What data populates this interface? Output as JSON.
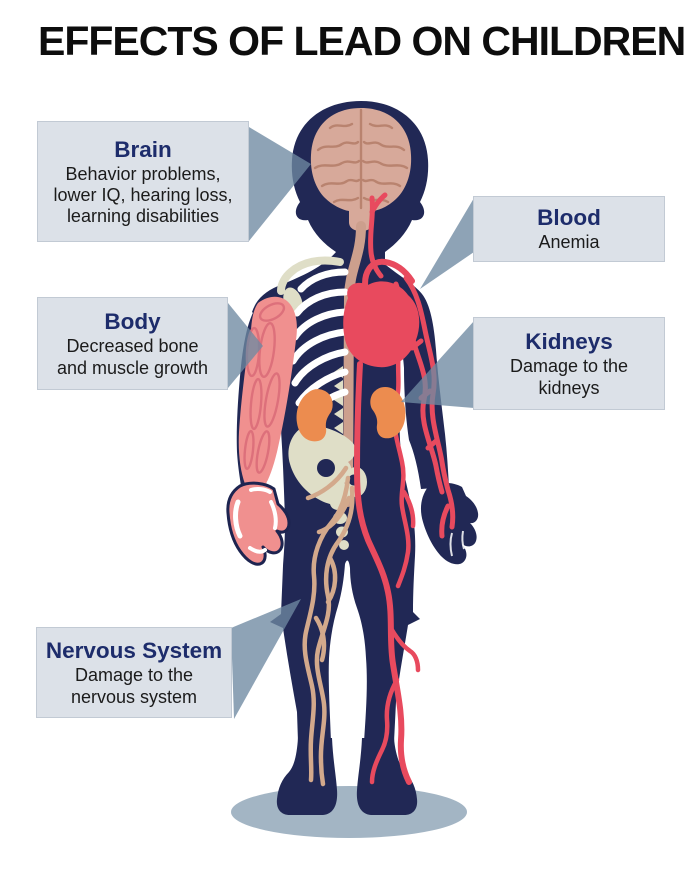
{
  "title": "EFFECTS OF LEAD ON CHILDREN",
  "figure": {
    "subject": "child-anatomy-illustration",
    "shown_systems": [
      "brain",
      "nervous-system",
      "circulatory-system",
      "skeleton",
      "muscles",
      "kidneys"
    ]
  },
  "callouts": [
    {
      "id": "brain",
      "title": "Brain",
      "description": "Behavior problems,\nlower IQ, hearing loss,\nlearning disabilities",
      "points_to": "brain"
    },
    {
      "id": "blood",
      "title": "Blood",
      "description": "Anemia",
      "points_to": "heart"
    },
    {
      "id": "body",
      "title": "Body",
      "description": "Decreased bone\nand muscle growth",
      "points_to": "arm-muscles"
    },
    {
      "id": "kidneys",
      "title": "Kidneys",
      "description": "Damage to the\nkidneys",
      "points_to": "right-kidney"
    },
    {
      "id": "nervous",
      "title": "Nervous System",
      "description": "Damage to the\nnervous system",
      "points_to": "leg-nerves"
    }
  ],
  "colors": {
    "page_bg": "#ffffff",
    "title_color": "#0d0d0d",
    "body_navy": "#212855",
    "artery_red": "#e84a5e",
    "muscle_pink": "#f0908f",
    "muscle_line": "#dd707b",
    "brain_tan": "#d7a99a",
    "brain_line": "#b9836f",
    "bone_white": "#ffffff",
    "bone_cream": "#dfdec7",
    "kidney_orange": "#ec8c4f",
    "nerve_tan": "#d3a98c",
    "spine_tan": "#cc9f8d",
    "shadow_gray": "#a3b5c4",
    "callout_bg": "#dce1e8",
    "callout_border": "#c2cad4",
    "callout_title": "#1d2c6b",
    "callout_text": "#1b1b1b",
    "pointer_gray": "#6e89a2"
  }
}
